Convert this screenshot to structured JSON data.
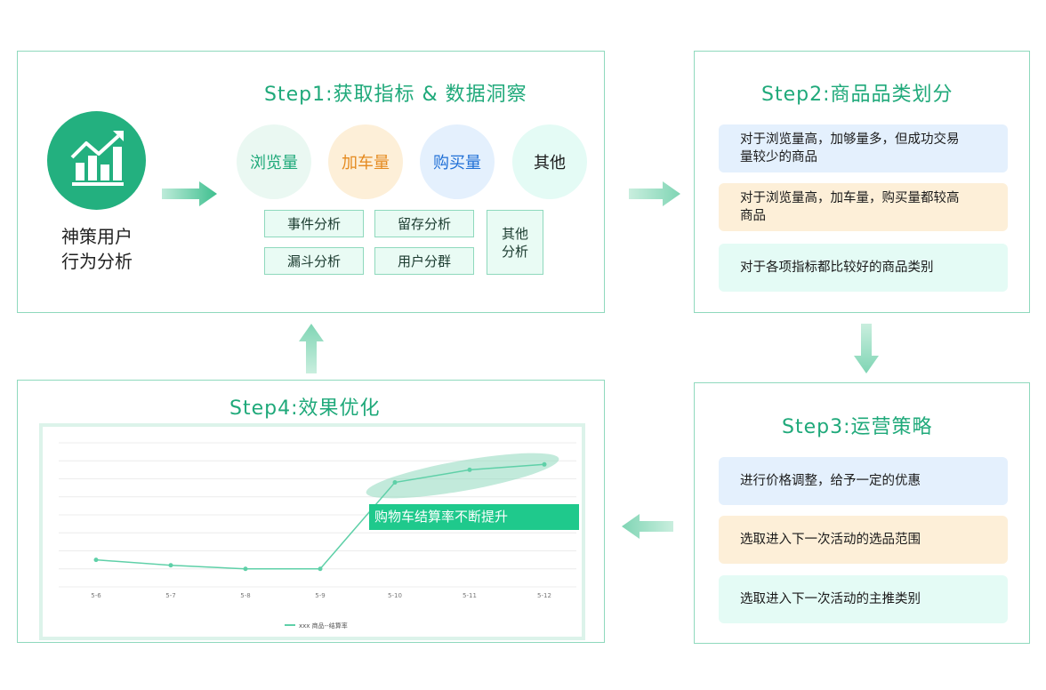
{
  "step1": {
    "title": "Step1:获取指标 & 数据洞察",
    "logo_icon": "bar-chart-trend-icon",
    "logo_label_line1": "神策用户",
    "logo_label_line2": "行为分析",
    "metrics": [
      {
        "label": "浏览量",
        "bg": "#eaf8f2",
        "color": "#1fa97a"
      },
      {
        "label": "加车量",
        "bg": "#fdefd8",
        "color": "#e58a1f"
      },
      {
        "label": "购买量",
        "bg": "#e4f0fd",
        "color": "#1f6fd6"
      },
      {
        "label": "其他",
        "bg": "#e4fbf5",
        "color": "#1a1a1a"
      }
    ],
    "tags": [
      "事件分析",
      "留存分析",
      "漏斗分析",
      "用户分群"
    ],
    "tag_other_line1": "其他",
    "tag_other_line2": "分析"
  },
  "step2": {
    "title": "Step2:商品品类划分",
    "notes": [
      {
        "line1": "对于浏览量高，加够量多，但成功交易",
        "line2": "量较少的商品",
        "bg": "#e4f0fd"
      },
      {
        "line1": "对于浏览量高，加车量，购买量都较高",
        "line2": "商品",
        "bg": "#fdefd8"
      },
      {
        "line1": "对于各项指标都比较好的商品类别",
        "line2": "",
        "bg": "#e4fbf5"
      }
    ]
  },
  "step3": {
    "title": "Step3:运营策略",
    "notes": [
      {
        "text": "进行价格调整，给予一定的优惠",
        "bg": "#e4f0fd"
      },
      {
        "text": "选取进入下一次活动的选品范围",
        "bg": "#fdefd8"
      },
      {
        "text": "选取进入下一次活动的主推类别",
        "bg": "#e4fbf5"
      }
    ]
  },
  "step4": {
    "title": "Step4:效果优化",
    "callout": "购物车结算率不断提升"
  },
  "chart_data": {
    "type": "line",
    "categories": [
      "5-6",
      "5-7",
      "5-8",
      "5-9",
      "5-10",
      "5-11",
      "5-12"
    ],
    "series": [
      {
        "name": "xxx 商品--结算率",
        "values": [
          1.5,
          1.2,
          1.0,
          1.0,
          5.8,
          6.5,
          6.8
        ]
      }
    ],
    "ylim": [
      0,
      8
    ],
    "grid": true,
    "legend": "bottom",
    "line_color": "#5fd0a8",
    "highlight_color": "#8fd9bd",
    "callout_color": "#1fc98c"
  }
}
